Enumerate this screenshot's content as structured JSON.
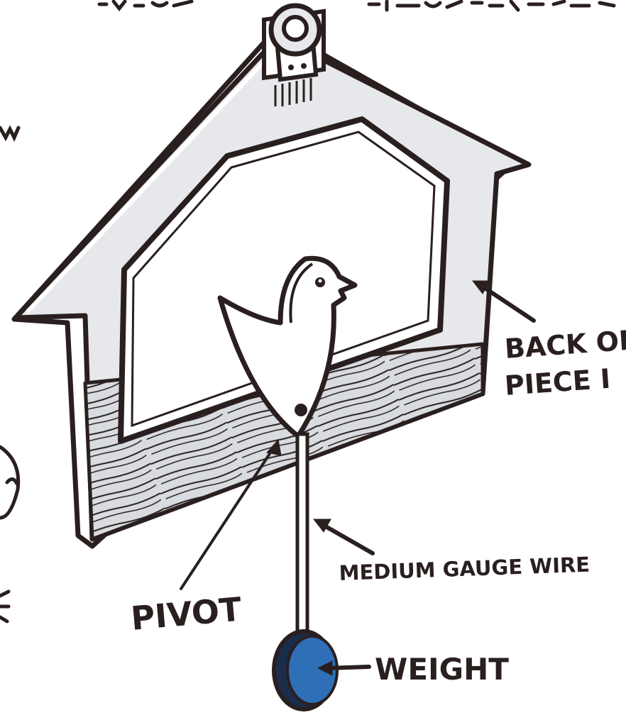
{
  "labels": {
    "back_of_piece_line1": "BACK OF",
    "back_of_piece_line2": "PIECE I",
    "wire": "MEDIUM GAUGE WIRE",
    "pivot": "PIVOT",
    "weight": "WEIGHT"
  },
  "colors": {
    "ink": "#2a1f1f",
    "frame_fill": "#e6e8eb",
    "wood_fill": "#cfd2d6",
    "weight_blue": "#2f6fb8"
  }
}
